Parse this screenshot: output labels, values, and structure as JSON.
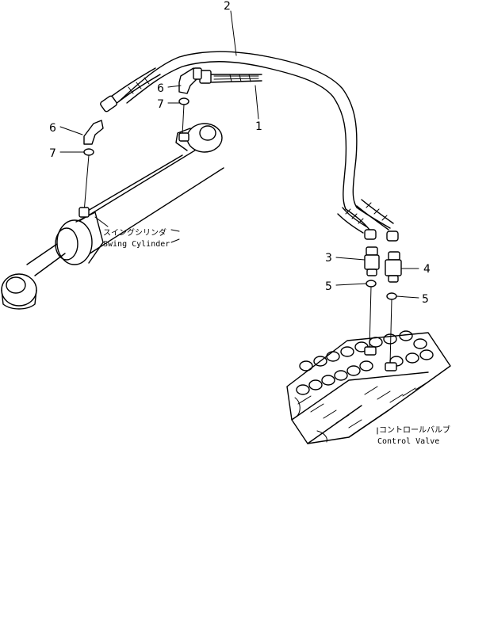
{
  "callouts": {
    "c1": "1",
    "c2": "2",
    "c3": "3",
    "c4": "4",
    "c5a": "5",
    "c5b": "5",
    "c6a": "6",
    "c6b": "6",
    "c7a": "7",
    "c7b": "7"
  },
  "labels": {
    "swing_cylinder_jp": "スイングシリンダ",
    "swing_cylinder_en": "Swing Cylinder",
    "control_valve_jp": "コントロールバルブ",
    "control_valve_en": "Control Valve"
  }
}
